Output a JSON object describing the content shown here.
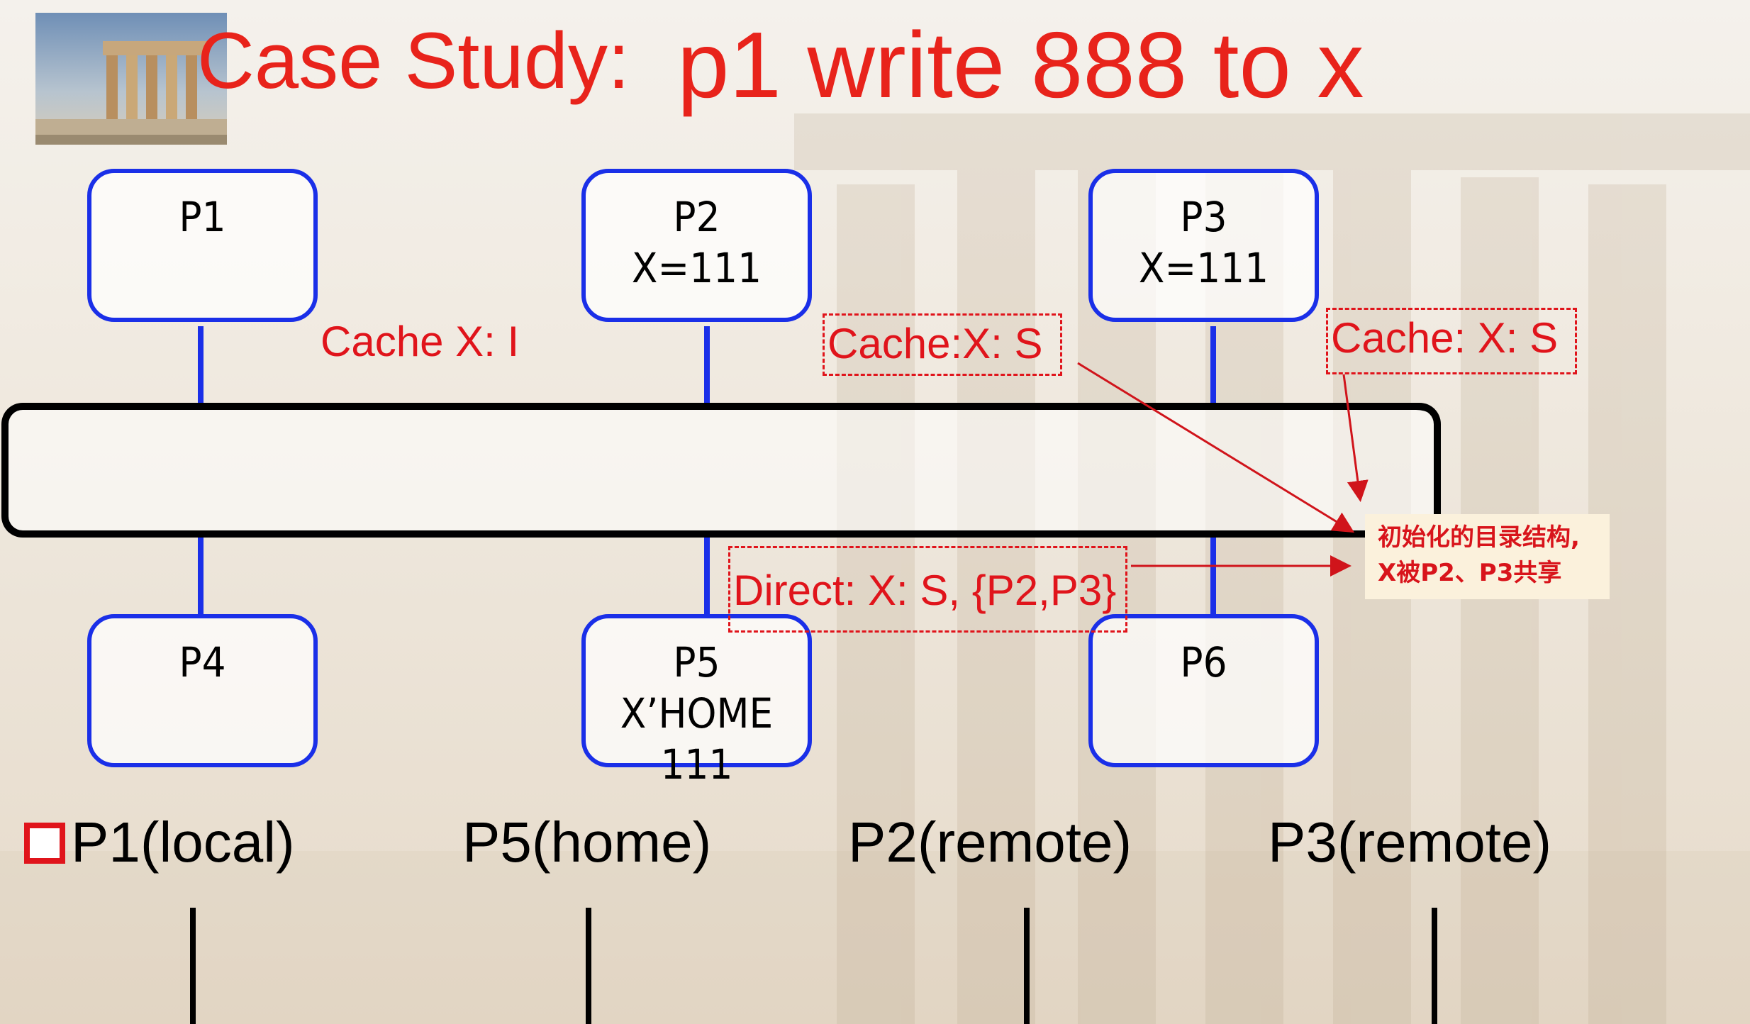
{
  "title": {
    "prefix": "Case Study:",
    "main": "p1 write 888 to x"
  },
  "nodes": {
    "p1": {
      "lines": [
        "P1"
      ]
    },
    "p2": {
      "lines": [
        "P2",
        "X=111"
      ]
    },
    "p3": {
      "lines": [
        "P3",
        "X=111"
      ]
    },
    "p4": {
      "lines": [
        "P4"
      ]
    },
    "p5": {
      "lines": [
        "P5",
        "X’HOME",
        "111"
      ]
    },
    "p6": {
      "lines": [
        "P6"
      ]
    }
  },
  "labels": {
    "p1_cache": "Cache X: I",
    "p2_cache": "Cache:X: S",
    "p3_cache": "Cache: X: S",
    "directory": "Direct: X: S, {P2,P3}"
  },
  "note": {
    "line1": "初始化的目录结构,",
    "line2": "X被P2、P3共享"
  },
  "processes": [
    "P1(local)",
    "P5(home)",
    "P2(remote)",
    "P3(remote)"
  ],
  "colors": {
    "title": "#e8231b",
    "node_border": "#1a2fe8",
    "annotation": "#e0141b",
    "bus": "#000000",
    "note_bg": "#fbf1dc"
  },
  "icons": {
    "logo": "parthenon-image",
    "bullet": "hollow-square-bullet"
  }
}
